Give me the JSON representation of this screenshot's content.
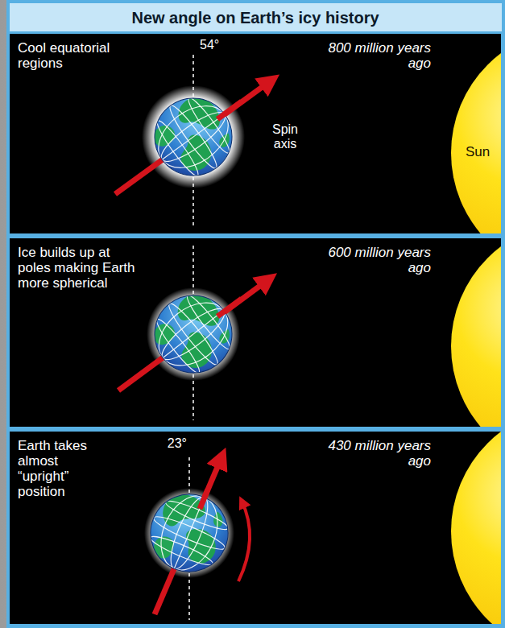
{
  "diagram": {
    "title": "New angle on Earth’s icy history",
    "nodes": [
      {
        "text": [
          "Cool equatorial regions",
          "800 million years ago"
        ]
      },
      {
        "text": [
          "Ice builds up at poles making Earth more spherical",
          "600 million years ago"
        ]
      },
      {
        "text": [
          "Earth takes almost “upright” position",
          "430 million years ago"
        ]
      }
    ],
    "labels": [
      "54°",
      "Spin axis",
      "Sun",
      "23°"
    ]
  }
}
